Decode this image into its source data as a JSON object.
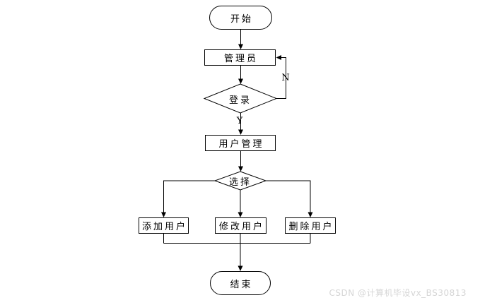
{
  "diagram": {
    "title": "user-management-flowchart",
    "nodes": {
      "start": {
        "label": "开始",
        "shape": "oval"
      },
      "admin": {
        "label": "管理员",
        "shape": "rect"
      },
      "login": {
        "label": "登录",
        "shape": "diamond"
      },
      "user_mgmt": {
        "label": "用户管理",
        "shape": "rect"
      },
      "select": {
        "label": "选择",
        "shape": "diamond"
      },
      "add_user": {
        "label": "添加用户",
        "shape": "rect"
      },
      "modify_user": {
        "label": "修改用户",
        "shape": "rect"
      },
      "delete_user": {
        "label": "删除用户",
        "shape": "rect"
      },
      "end": {
        "label": "结束",
        "shape": "oval"
      }
    },
    "edge_labels": {
      "no": "N",
      "yes": "Y"
    },
    "edges": [
      "start -> admin",
      "admin -> login",
      "login -N-> admin",
      "login -Y-> user_mgmt",
      "user_mgmt -> select",
      "select -> add_user",
      "select -> modify_user",
      "select -> delete_user",
      "add_user -> end",
      "modify_user -> end",
      "delete_user -> end"
    ]
  },
  "watermark": {
    "text": "CSDN @计算机毕设vx_BS30813"
  },
  "colors": {
    "stroke": "#000000",
    "watermark_text": "#d6d6d6",
    "background": "#ffffff"
  }
}
